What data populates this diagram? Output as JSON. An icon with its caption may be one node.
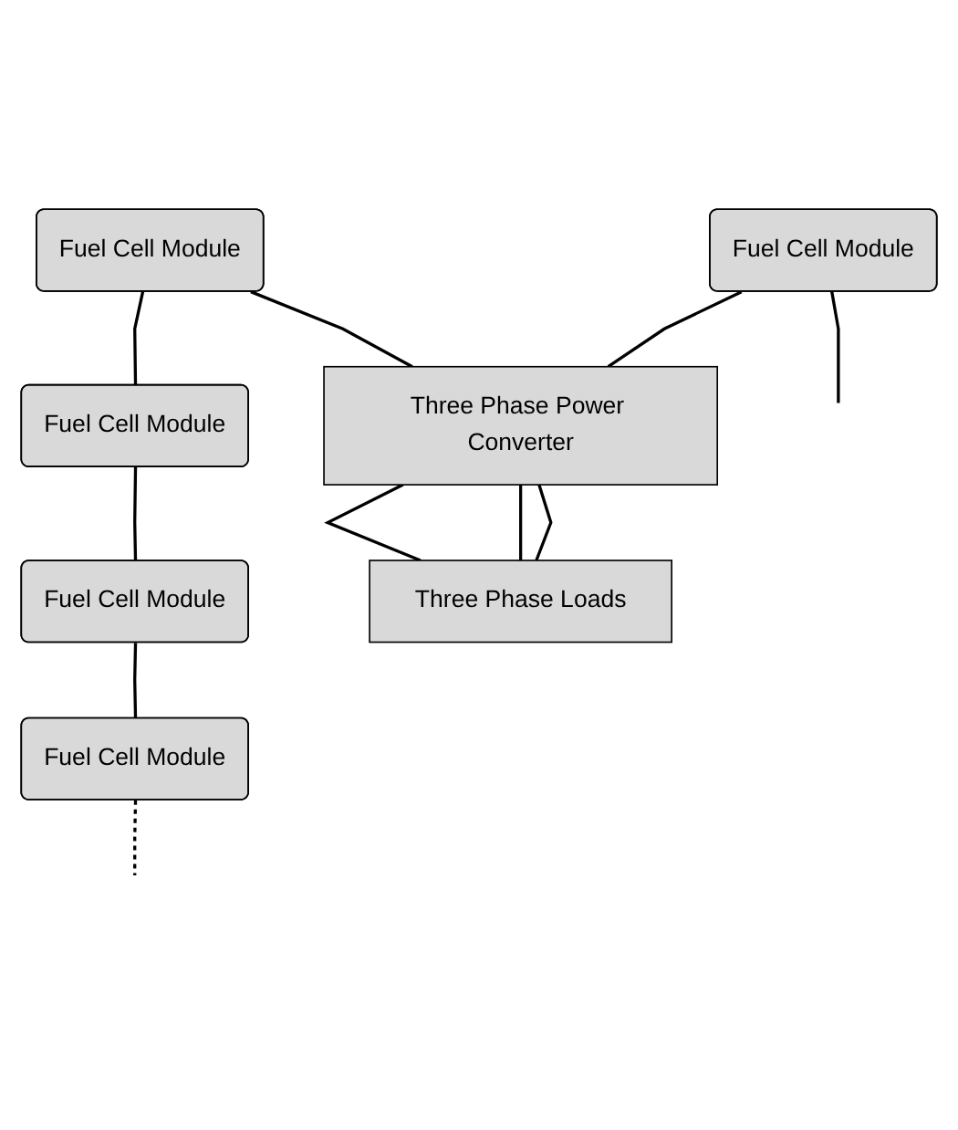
{
  "diagram": {
    "nodes": [
      {
        "text": [
          "Fuel Cell Module"
        ]
      },
      {
        "text": [
          "Fuel Cell Module"
        ]
      },
      {
        "text": [
          "Fuel Cell Module"
        ]
      },
      {
        "text": [
          "Fuel Cell Module"
        ]
      },
      {
        "text": [
          "Fuel Cell Module"
        ]
      },
      {
        "text": [
          "Three Phase Power Converter"
        ]
      },
      {
        "text": [
          "Three Phase Loads"
        ]
      }
    ],
    "edges": [
      {
        "from": 0,
        "to": 5,
        "arrow": "none"
      },
      {
        "from": 0,
        "to": 1,
        "arrow": "none"
      },
      {
        "from": 1,
        "to": 2,
        "arrow": "none"
      },
      {
        "from": 2,
        "to": 3,
        "arrow": "none"
      },
      {
        "from": 3,
        "to": null,
        "arrow": "none",
        "style": "dashed"
      },
      {
        "from": 4,
        "to": null,
        "arrow": "none"
      },
      {
        "from": 4,
        "to": 5,
        "arrow": "none"
      },
      {
        "from": 5,
        "to": 6,
        "arrow": "none"
      },
      {
        "from": 5,
        "to": 6,
        "arrow": "none"
      },
      {
        "from": 5,
        "to": 6,
        "arrow": "none"
      }
    ]
  }
}
